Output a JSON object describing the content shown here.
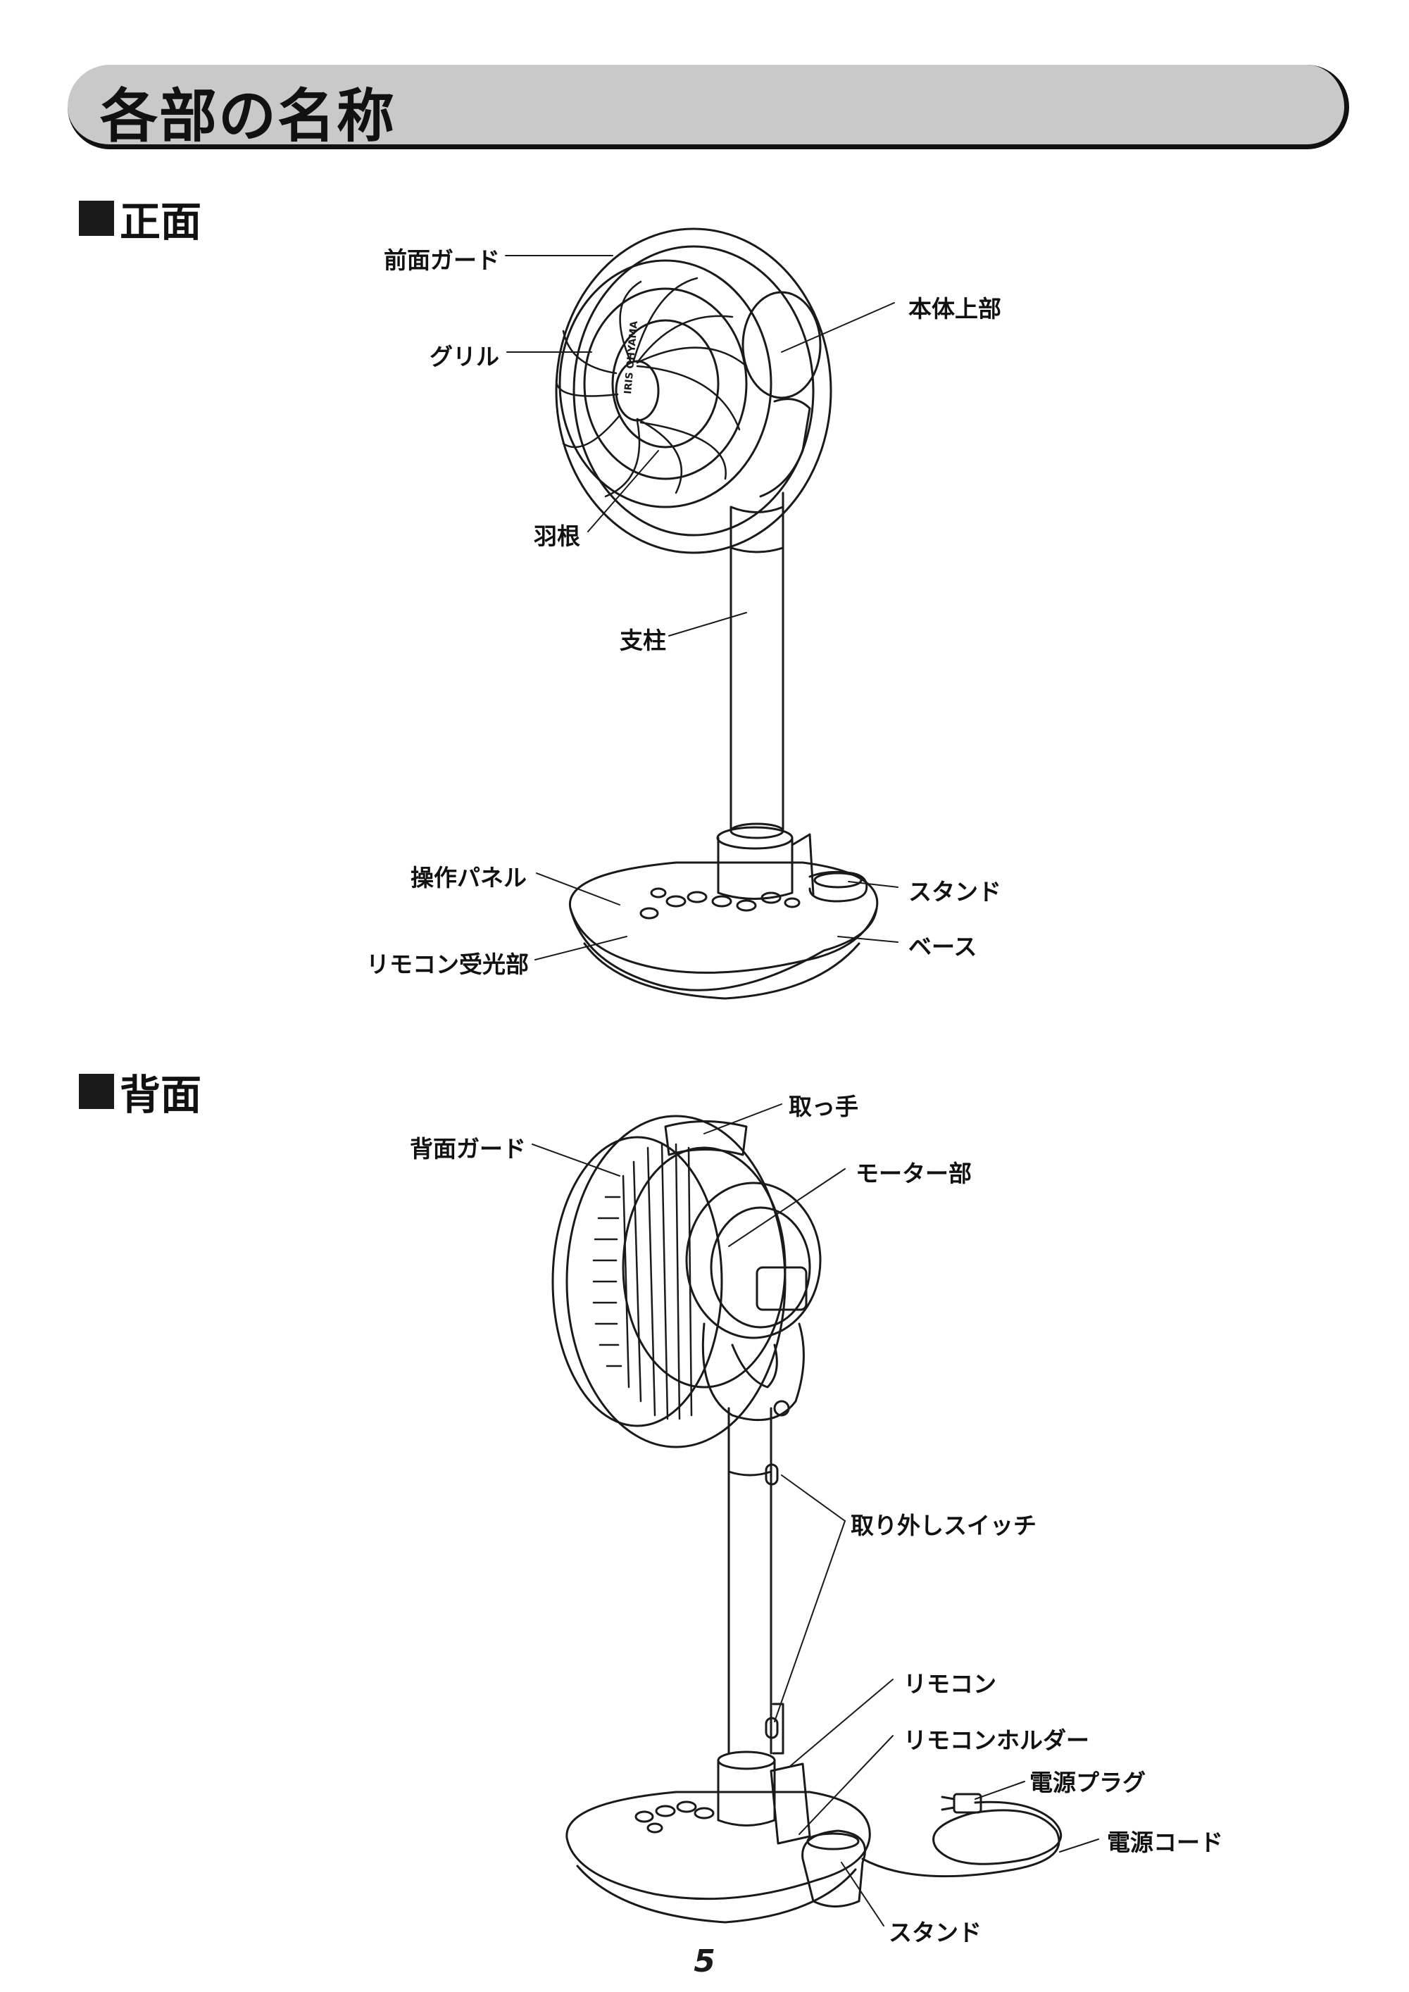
{
  "title": "各部の名称",
  "sections": {
    "front": "正面",
    "back": "背面"
  },
  "front_labels": {
    "front_guard": "前面ガード",
    "grille": "グリル",
    "body_top": "本体上部",
    "blade": "羽根",
    "pole": "支柱",
    "control_panel": "操作パネル",
    "remote_receiver": "リモコン受光部",
    "stand": "スタンド",
    "base": "ベース"
  },
  "back_labels": {
    "back_guard": "背面ガード",
    "handle": "取っ手",
    "motor": "モーター部",
    "release_switch": "取り外しスイッチ",
    "remote": "リモコン",
    "remote_holder": "リモコンホルダー",
    "power_plug": "電源プラグ",
    "power_cord": "電源コード",
    "stand": "スタンド"
  },
  "brand_text": "IRIS OHYAMA",
  "page_number": "5"
}
